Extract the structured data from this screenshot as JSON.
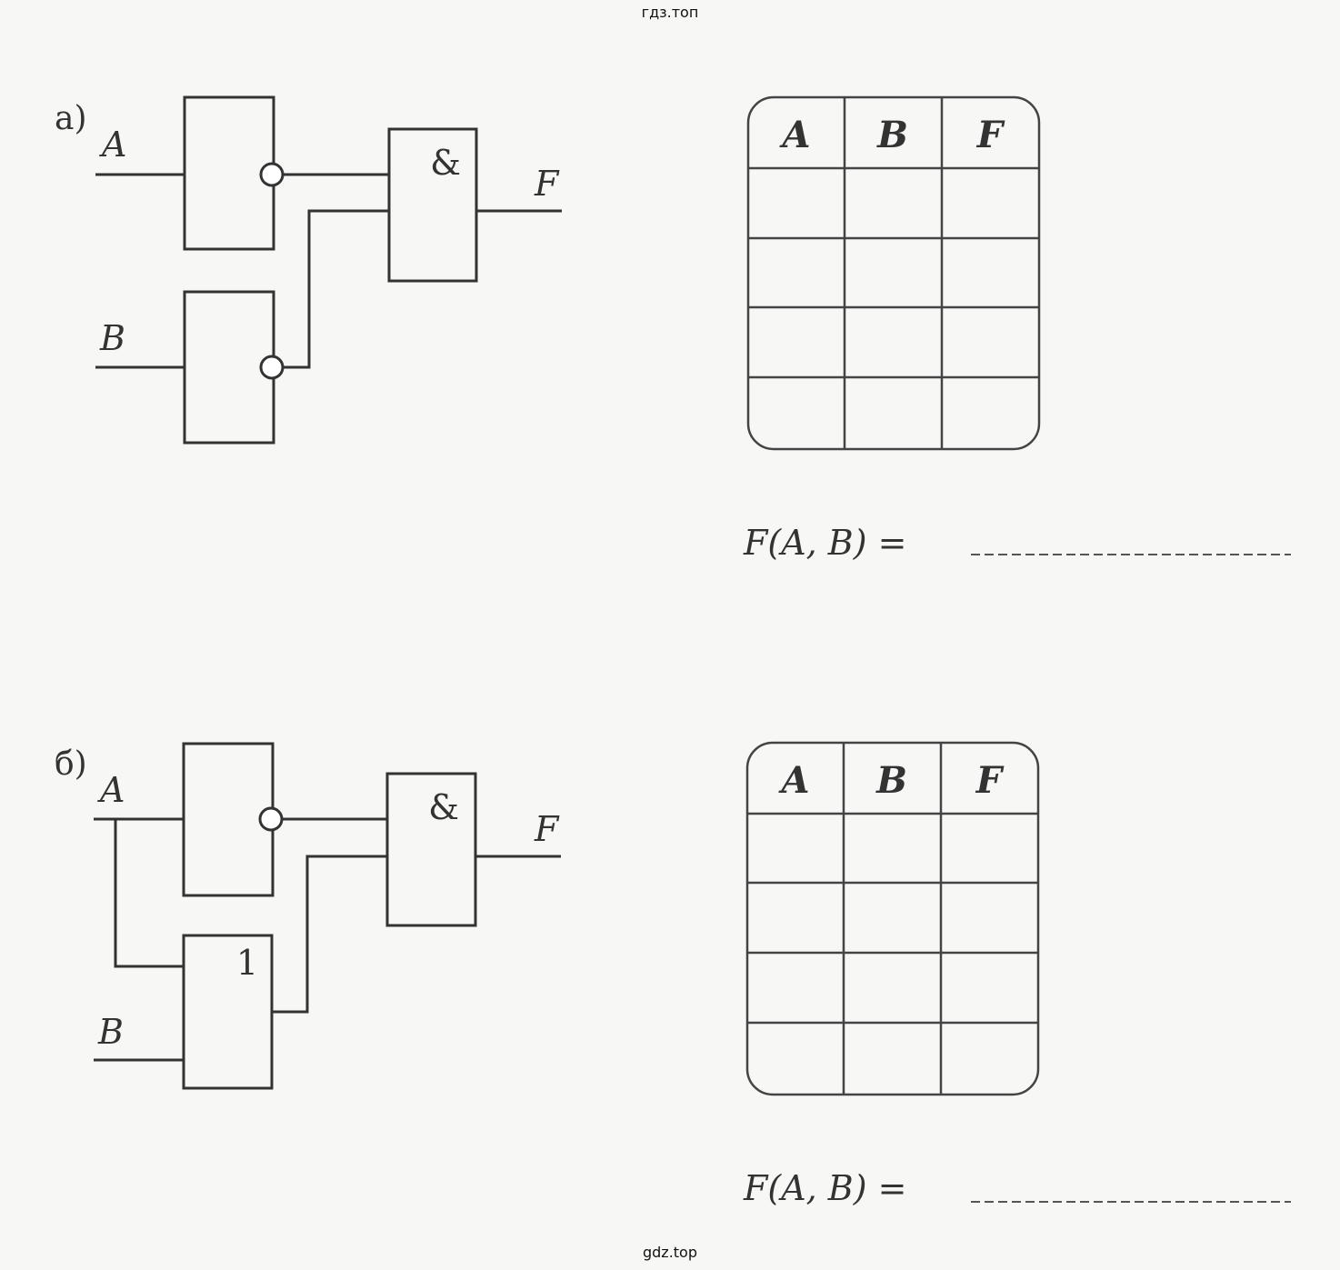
{
  "watermark_top": "гдз.топ",
  "watermark_bottom": "gdz.top",
  "circuit_a": {
    "part_label": "а)",
    "input_a": "A",
    "input_b": "B",
    "and_symbol": "&",
    "output": "F"
  },
  "circuit_b": {
    "part_label": "б)",
    "input_a": "A",
    "input_b": "B",
    "or_symbol": "1",
    "and_symbol": "&",
    "output": "F"
  },
  "table_a": {
    "headers": [
      "A",
      "B",
      "F"
    ],
    "rows": [
      [
        "",
        "",
        ""
      ],
      [
        "",
        "",
        ""
      ],
      [
        "",
        "",
        ""
      ],
      [
        "",
        "",
        ""
      ]
    ]
  },
  "table_b": {
    "headers": [
      "A",
      "B",
      "F"
    ],
    "rows": [
      [
        "",
        "",
        ""
      ],
      [
        "",
        "",
        ""
      ],
      [
        "",
        "",
        ""
      ],
      [
        "",
        "",
        ""
      ]
    ]
  },
  "formula_a": "F(A, B) =",
  "formula_b": "F(A, B) ="
}
